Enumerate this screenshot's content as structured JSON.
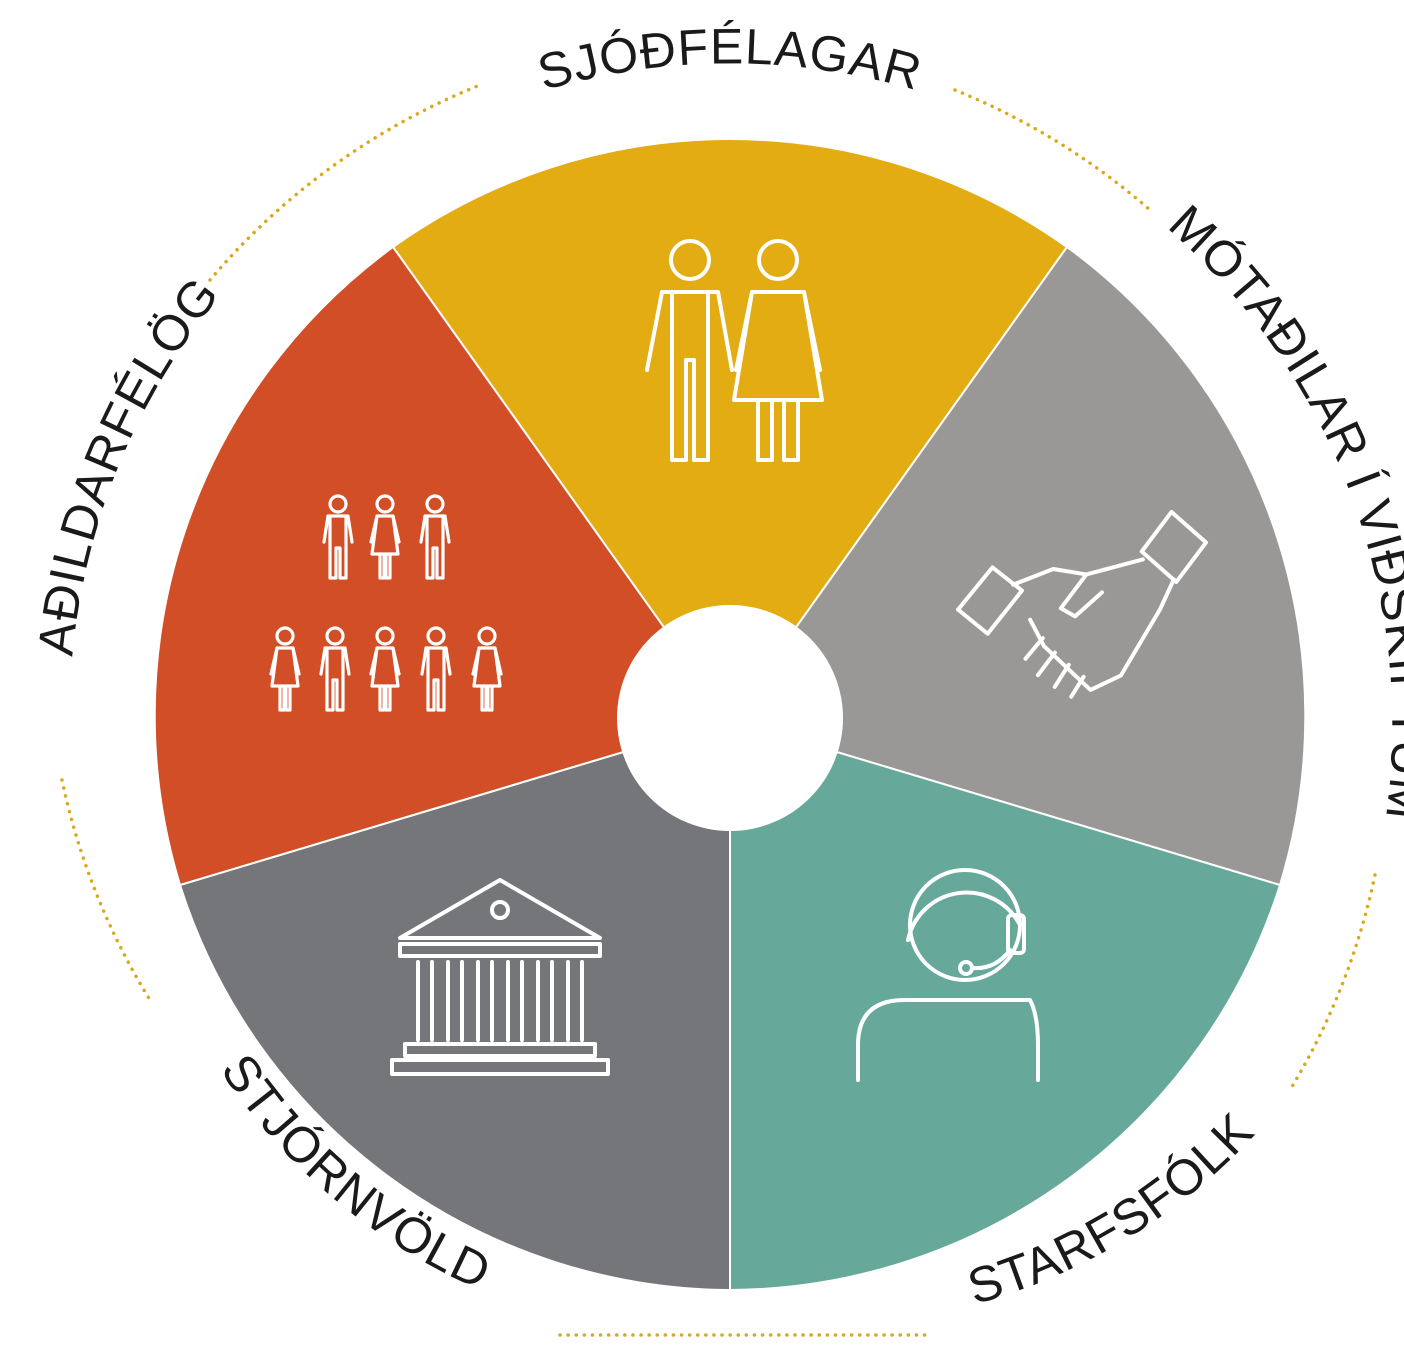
{
  "diagram": {
    "accent_dots_color": "#d9a91c",
    "center_color": "#ffffff",
    "segments": [
      {
        "id": "sjodfelagar",
        "label": "SJÓÐFÉLAGAR",
        "color": "#e2ac12",
        "icon": "couple-icon"
      },
      {
        "id": "motadilar",
        "label": "MÓTAÐILAR Í VIÐSKIPTUM",
        "color": "#9a9897",
        "icon": "handshake-icon"
      },
      {
        "id": "starfsfolk",
        "label": "STARFSFÓLK",
        "color": "#66a99a",
        "icon": "headset-person-icon"
      },
      {
        "id": "stjornvold",
        "label": "STJÓRNVÖLD",
        "color": "#757679",
        "icon": "government-building-icon"
      },
      {
        "id": "adildarfelog",
        "label": "AÐILDARFÉLÖG",
        "color": "#d24e27",
        "icon": "people-group-icon"
      }
    ]
  }
}
